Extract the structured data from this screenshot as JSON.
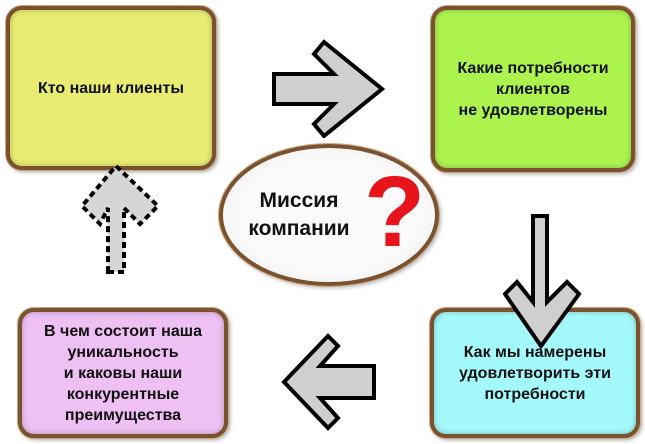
{
  "center": {
    "lines": [
      "Миссия",
      "компании"
    ],
    "symbol": "?"
  },
  "boxes": [
    {
      "lines": [
        "Кто наши клиенты"
      ],
      "color": "#e8ed72"
    },
    {
      "lines": [
        "Какие потребности",
        "клиентов",
        "не удовлетворены"
      ],
      "color": "#adf34e"
    },
    {
      "lines": [
        "Как мы намерены",
        "удовлетворить эти",
        "потребности"
      ],
      "color": "#a3f9fb"
    },
    {
      "lines": [
        "В чем состоит наша",
        "уникальность",
        "и каковы наши",
        "конкурентные",
        "преимущества"
      ],
      "color": "#eec0f3"
    }
  ],
  "arrows": [
    "right-arrow",
    "down-arrow",
    "left-arrow",
    "up-arrow-dashed"
  ]
}
